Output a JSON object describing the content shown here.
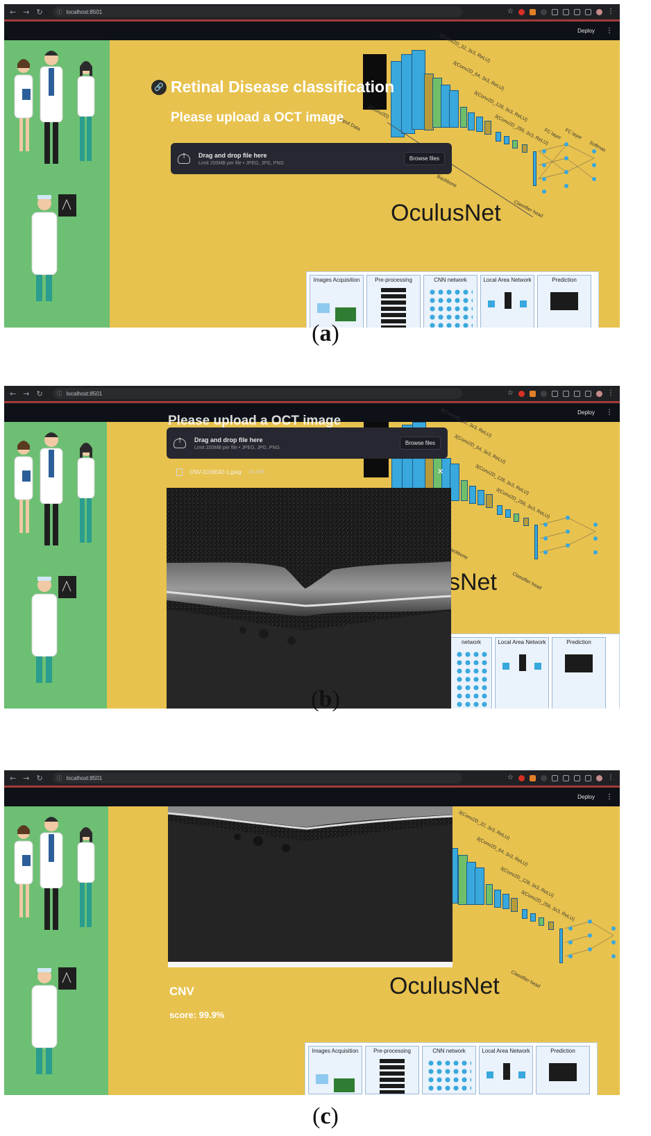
{
  "browser": {
    "url": "localhost:8501",
    "url_b": "localhost:8501",
    "url_c": "localhost:8501"
  },
  "app_header": {
    "deploy_label": "Deploy",
    "menu_icon": "kebab-menu-icon"
  },
  "app": {
    "title": "Retinal Disease classification",
    "subtitle": "Please upload a OCT image",
    "subtitle_partial": "Please upload a OCT image",
    "brand": "OculusNet",
    "brand_partial": "sNet"
  },
  "uploader": {
    "drop_text": "Drag and drop file here",
    "limit_text": "Limit 200MB per file • JPEG, JPG, PNG",
    "browse_label": "Browse files"
  },
  "uploaded_file": {
    "name": "CNV-1016042-1.jpeg",
    "size": "18.1KB"
  },
  "network_labels": [
    "Input Data",
    "2(Conv2D)",
    "3(Conv2D_32, 3x3, ReLU)",
    "3(Conv2D_64, 3x3, ReLU)",
    "3(Conv2D_128, 3x3, ReLU)",
    "3(Conv2D_256, 3x3, ReLU)",
    "Backbone",
    "Classifier head",
    "FC layer",
    "FC layer",
    "Softmax"
  ],
  "pipeline": [
    "Images Acquisition",
    "Pre-processing",
    "CNN network",
    "Local Area Network",
    "Prediction"
  ],
  "pipeline_partial": [
    "network",
    "Local Area Network",
    "Prediction"
  ],
  "prediction": {
    "label": "CNV",
    "score": "score: 99.9%"
  },
  "captions": [
    "a",
    "b",
    "c"
  ],
  "colors": {
    "sidebar": "#6cbf73",
    "content": "#e8c24e",
    "header": "#0e1117",
    "uploader": "#262730",
    "net_blue": "#38a8dd",
    "net_green": "#6fbf6a",
    "net_olive": "#b79b3a"
  }
}
